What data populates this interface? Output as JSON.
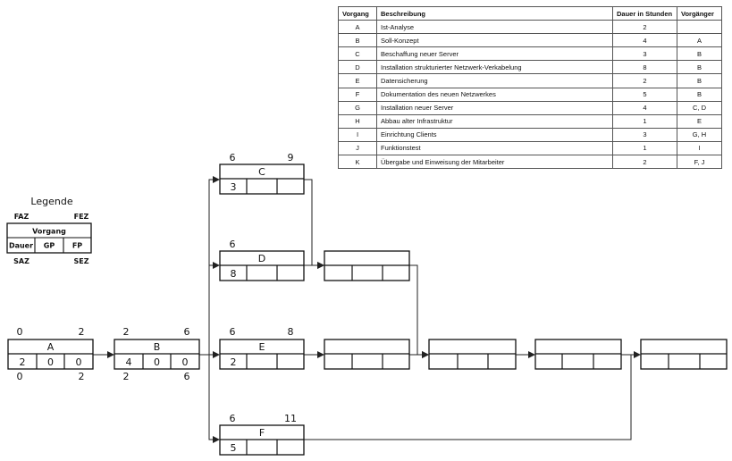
{
  "table": {
    "headers": [
      "Vorgang",
      "Beschreibung",
      "Dauer in Stunden",
      "Vorgänger"
    ],
    "rows": [
      {
        "id": "A",
        "desc": "Ist-Analyse",
        "dur": "2",
        "pred": ""
      },
      {
        "id": "B",
        "desc": "Soll-Konzept",
        "dur": "4",
        "pred": "A"
      },
      {
        "id": "C",
        "desc": "Beschaffung neuer Server",
        "dur": "3",
        "pred": "B"
      },
      {
        "id": "D",
        "desc": "Installation strukturierter Netzwerk-Verkabelung",
        "dur": "8",
        "pred": "B"
      },
      {
        "id": "E",
        "desc": "Datensicherung",
        "dur": "2",
        "pred": "B"
      },
      {
        "id": "F",
        "desc": "Dokumentation des neuen Netzwerkes",
        "dur": "5",
        "pred": "B"
      },
      {
        "id": "G",
        "desc": "Installation neuer Server",
        "dur": "4",
        "pred": "C, D"
      },
      {
        "id": "H",
        "desc": "Abbau alter Infrastruktur",
        "dur": "1",
        "pred": "E"
      },
      {
        "id": "I",
        "desc": "Einrichtung Clients",
        "dur": "3",
        "pred": "G, H"
      },
      {
        "id": "J",
        "desc": "Funktionstest",
        "dur": "1",
        "pred": "I"
      },
      {
        "id": "K",
        "desc": "Übergabe und Einweisung der Mitarbeiter",
        "dur": "2",
        "pred": "F, J"
      }
    ]
  },
  "legend": {
    "title": "Legende",
    "faz": "FAZ",
    "fez": "FEZ",
    "vorgang": "Vorgang",
    "dauer": "Dauer",
    "gp": "GP",
    "fp": "FP",
    "saz": "SAZ",
    "sez": "SEZ"
  },
  "nodes": {
    "A": {
      "name": "A",
      "faz": "0",
      "fez": "2",
      "dur": "2",
      "gp": "0",
      "fp": "0",
      "saz": "0",
      "sez": "2"
    },
    "B": {
      "name": "B",
      "faz": "2",
      "fez": "6",
      "dur": "4",
      "gp": "0",
      "fp": "0",
      "saz": "2",
      "sez": "6"
    },
    "C": {
      "name": "C",
      "faz": "6",
      "fez": "9",
      "dur": "3",
      "gp": "",
      "fp": "",
      "saz": "",
      "sez": ""
    },
    "D": {
      "name": "D",
      "faz": "6",
      "fez": "",
      "dur": "8",
      "gp": "",
      "fp": "",
      "saz": "",
      "sez": ""
    },
    "E": {
      "name": "E",
      "faz": "6",
      "fez": "8",
      "dur": "2",
      "gp": "",
      "fp": "",
      "saz": "",
      "sez": ""
    },
    "F": {
      "name": "F",
      "faz": "6",
      "fez": "11",
      "dur": "5",
      "gp": "",
      "fp": "",
      "saz": "",
      "sez": ""
    },
    "G": {
      "name": "",
      "faz": "",
      "fez": "",
      "dur": "",
      "gp": "",
      "fp": "",
      "saz": "",
      "sez": ""
    },
    "H": {
      "name": "",
      "faz": "",
      "fez": "",
      "dur": "",
      "gp": "",
      "fp": "",
      "saz": "",
      "sez": ""
    },
    "I": {
      "name": "",
      "faz": "",
      "fez": "",
      "dur": "",
      "gp": "",
      "fp": "",
      "saz": "",
      "sez": ""
    },
    "J": {
      "name": "",
      "faz": "",
      "fez": "",
      "dur": "",
      "gp": "",
      "fp": "",
      "saz": "",
      "sez": ""
    },
    "K": {
      "name": "",
      "faz": "",
      "fez": "",
      "dur": "",
      "gp": "",
      "fp": "",
      "saz": "",
      "sez": ""
    }
  }
}
